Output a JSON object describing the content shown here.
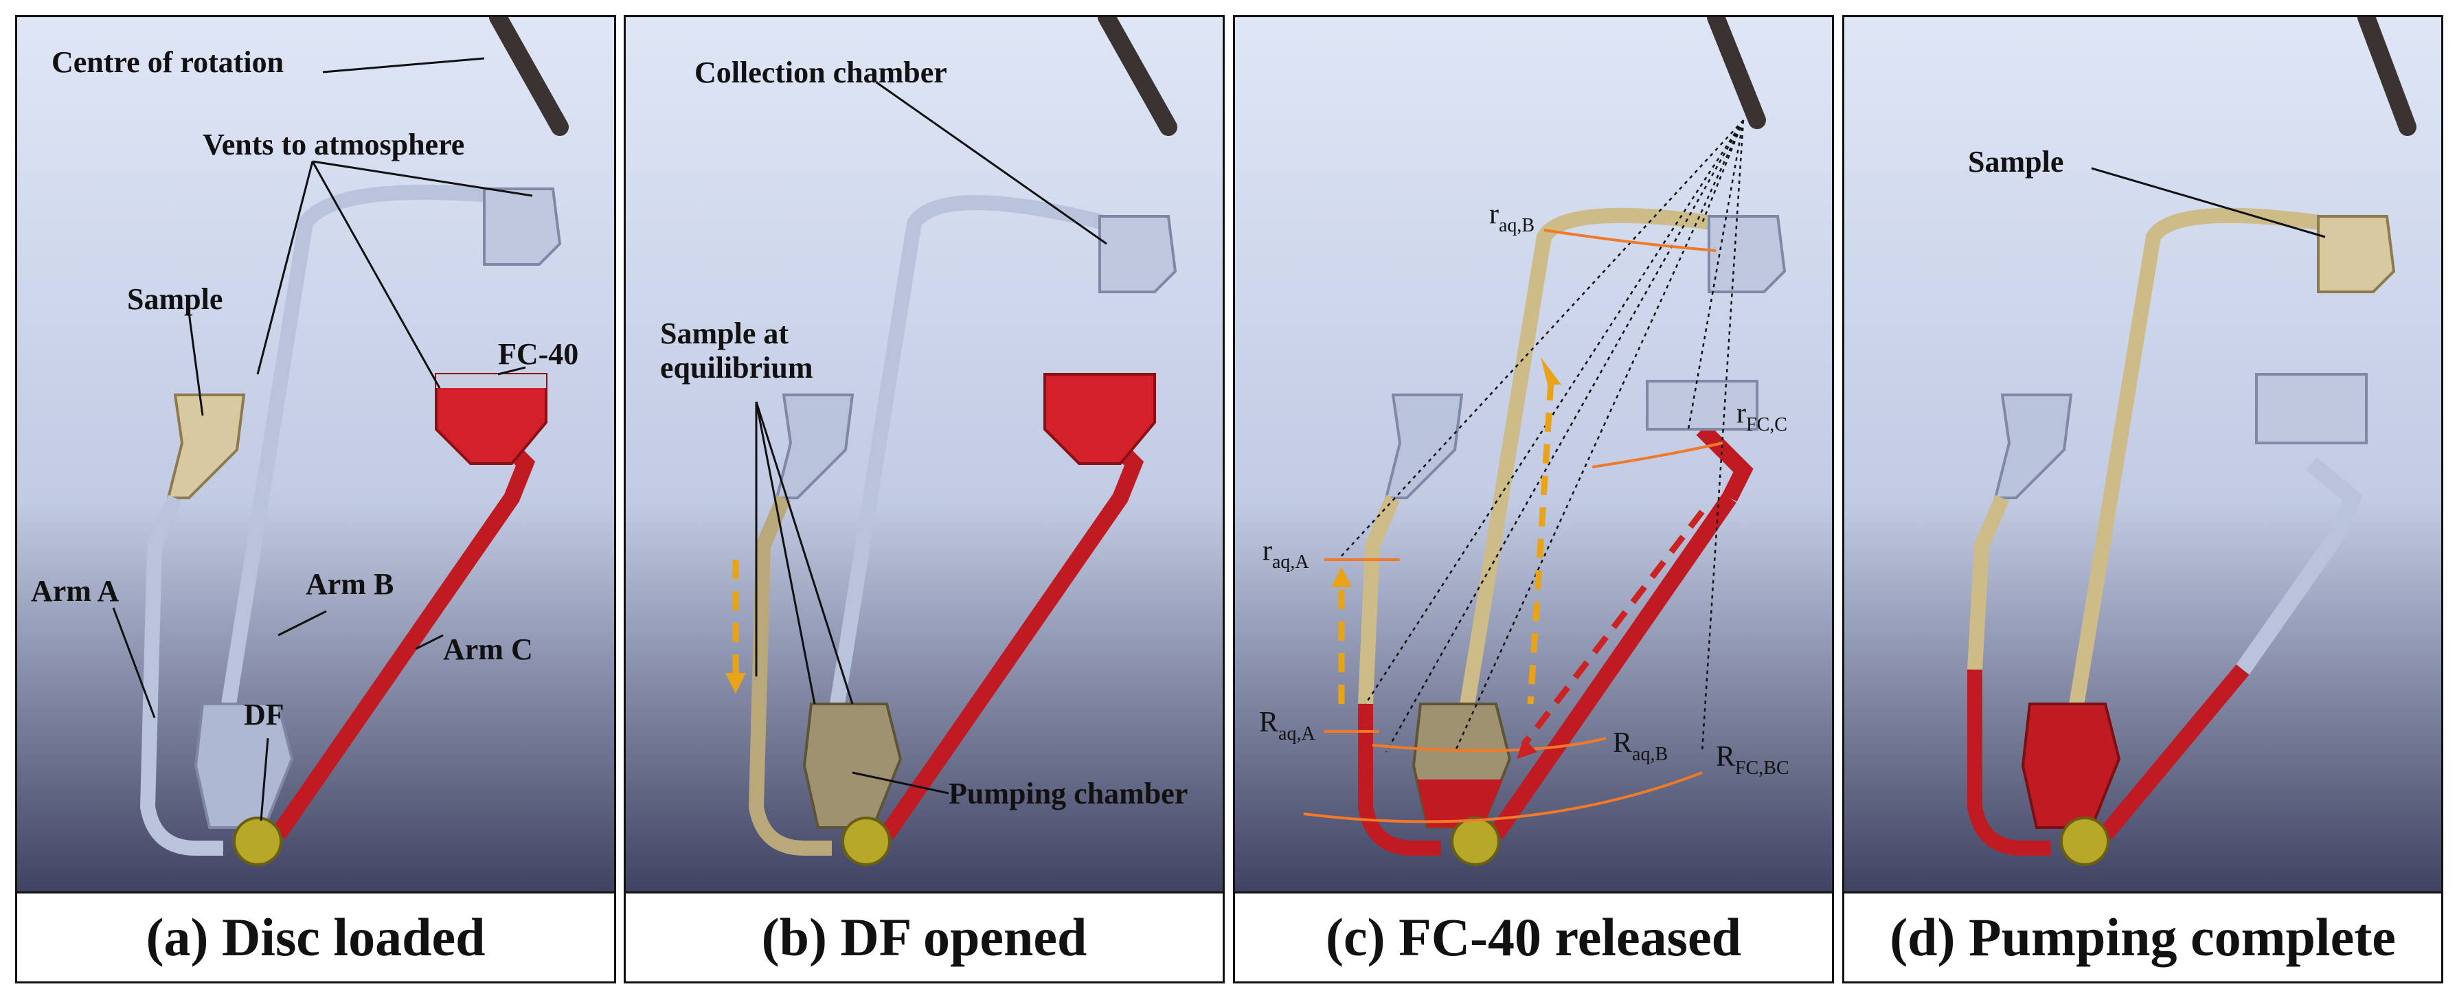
{
  "panels": [
    {
      "caption": "(a) Disc loaded"
    },
    {
      "caption": "(b) DF opened"
    },
    {
      "caption": "(c) FC-40 released"
    },
    {
      "caption": "(d) Pumping complete"
    }
  ],
  "labels": {
    "centre_of_rotation": "Centre of rotation",
    "vents_to_atmosphere": "Vents to atmosphere",
    "sample": "Sample",
    "fc40": "FC-40",
    "arm_a": "Arm A",
    "arm_b": "Arm B",
    "arm_c": "Arm C",
    "df": "DF",
    "collection_chamber": "Collection chamber",
    "sample_at_equilibrium_1": "Sample at",
    "sample_at_equilibrium_2": "equilibrium",
    "pumping_chamber": "Pumping chamber",
    "r": "r",
    "R": "R",
    "aq_b": "aq,B",
    "fc_c": "FC,C",
    "aq_a": "aq,A",
    "fc_bc": "FC,BC",
    "sample_d": "Sample"
  },
  "colors": {
    "red_fluid": "#d4202a",
    "sample_fluid": "#d9c9a0",
    "empty_channel": "#b9c3dc",
    "arrow_orange": "#e8a317",
    "radius_line": "#f07a2a",
    "arrow_red": "#cc2222"
  }
}
